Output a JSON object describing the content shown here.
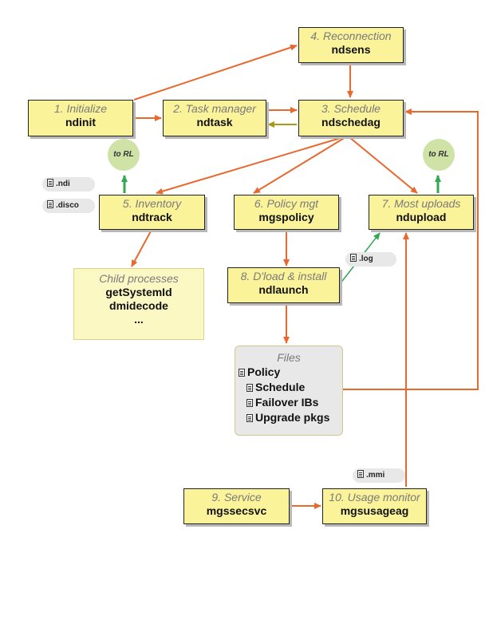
{
  "nodes": {
    "initialize": {
      "title": "1. Initialize",
      "cmd": "ndinit"
    },
    "task_manager": {
      "title": "2. Task manager",
      "cmd": "ndtask"
    },
    "schedule": {
      "title": "3. Schedule",
      "cmd": "ndschedag"
    },
    "reconnection": {
      "title": "4. Reconnection",
      "cmd": "ndsens"
    },
    "inventory": {
      "title": "5. Inventory",
      "cmd": "ndtrack"
    },
    "policy_mgt": {
      "title": "6. Policy mgt",
      "cmd": "mgspolicy"
    },
    "most_uploads": {
      "title": "7. Most uploads",
      "cmd": "ndupload"
    },
    "dload_install": {
      "title": "8. D'load & install",
      "cmd": "ndlaunch"
    },
    "service": {
      "title": "9. Service",
      "cmd": "mgssecsvc"
    },
    "usage_monitor": {
      "title": "10. Usage monitor",
      "cmd": "mgsusageag"
    }
  },
  "to_rl": [
    "to RL",
    "to RL"
  ],
  "pills": {
    "ndi": ".ndi",
    "disco": ".disco",
    "log": ".log",
    "mmi": ".mmi"
  },
  "child_processes": {
    "title": "Child processes",
    "items": [
      "getSystemId",
      "dmidecode",
      "..."
    ]
  },
  "files": {
    "title": "Files",
    "items": [
      "Policy",
      "Schedule",
      "Failover IBs",
      "Upgrade pkgs"
    ]
  },
  "colors": {
    "arrow": "#e8692e",
    "back_arrow": "#a79a1a",
    "green": "#33a852",
    "node_fill": "#fbf39a"
  }
}
